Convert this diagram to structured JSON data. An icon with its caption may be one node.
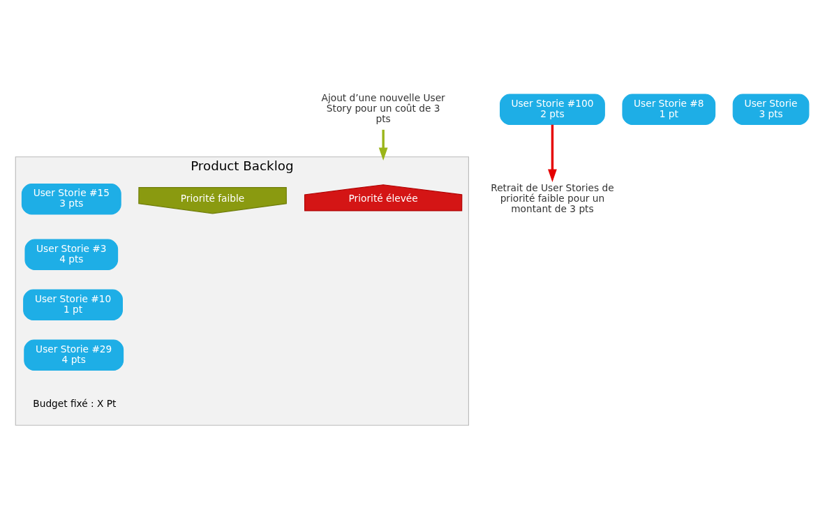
{
  "diagram": {
    "nodes": [
      {
        "text": [
          "Product Backlog"
        ]
      },
      {
        "text": [
          "Priorité élevée"
        ],
        "in": 0
      },
      {
        "text": [
          "Priorité faible"
        ],
        "in": 0
      },
      {
        "text": [
          "User Storie #15",
          "3 pts"
        ],
        "in": 0
      },
      {
        "text": [
          "User Storie #3",
          "4 pts"
        ],
        "in": 0
      },
      {
        "text": [
          "User Storie #10",
          "1 pt"
        ],
        "in": 0
      },
      {
        "text": [
          "User Storie #29",
          "4 pts"
        ],
        "in": 0
      },
      {
        "text": [
          "User Storie #100",
          "2 pts"
        ]
      },
      {
        "text": [
          "User Storie #8",
          "1 pt"
        ]
      },
      {
        "text": [
          "User Storie",
          "3 pts"
        ]
      },
      {
        "text": [
          "Ajout d’une nouvelle User Story pour un coût de 3 pts"
        ]
      },
      {
        "text": [
          "Retrait de User Stories de priorité faible pour un montant de 3 pts"
        ]
      }
    ],
    "edges": [
      {
        "from": 10,
        "to": 0,
        "arrow": "to",
        "color": "#9bb51a"
      },
      {
        "from": 7,
        "to": 11,
        "arrow": "to",
        "color": "#e50000"
      }
    ],
    "labels": [
      "Budget fixé : X Pt"
    ]
  }
}
